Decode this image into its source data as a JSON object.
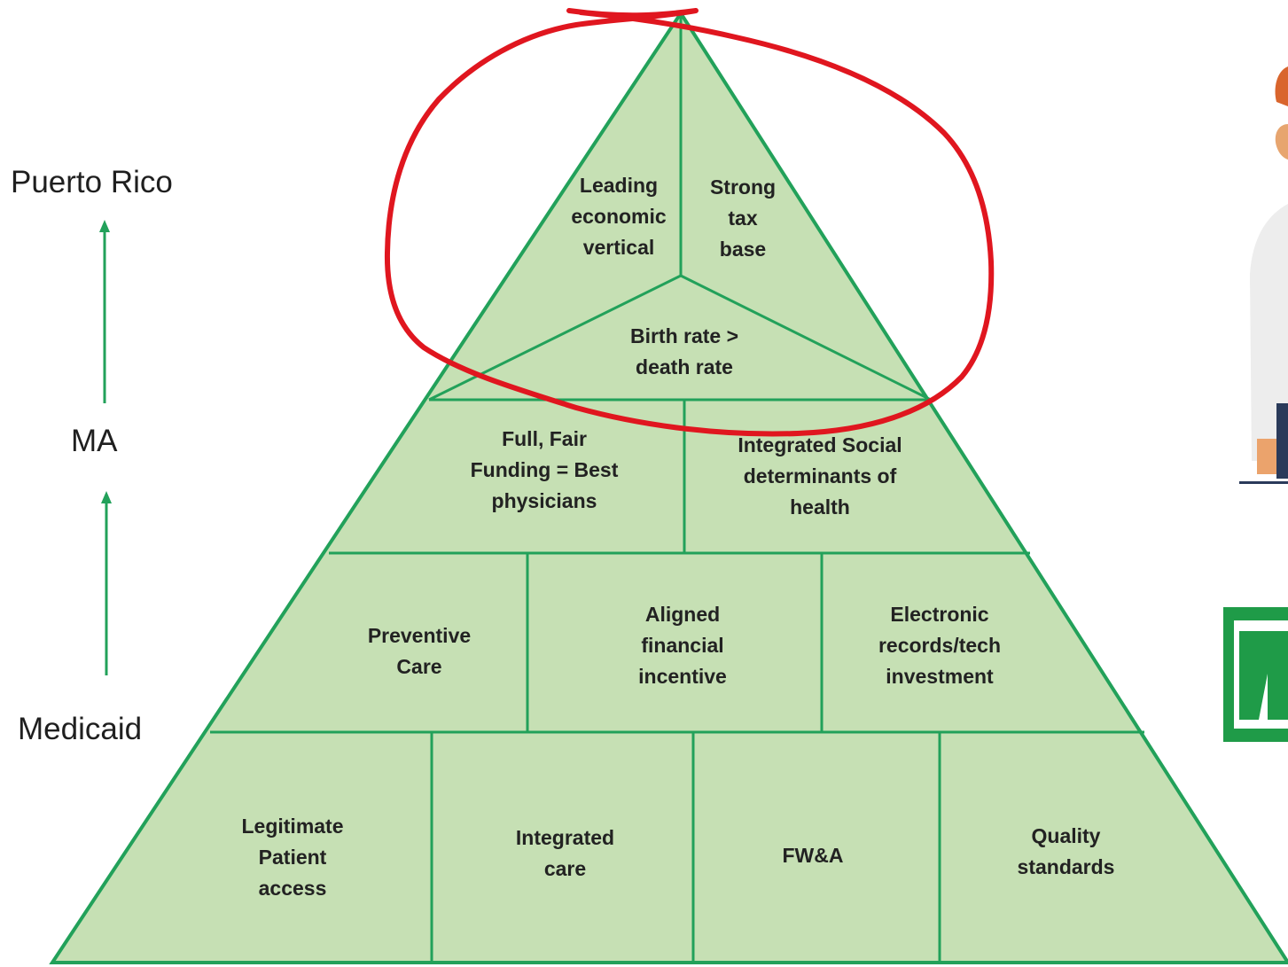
{
  "levels": {
    "top": "Puerto Rico",
    "middle": "MA",
    "bottom": "Medicaid"
  },
  "pyramid": {
    "top": {
      "left": [
        "Leading",
        "economic",
        "vertical"
      ],
      "right": [
        "Strong",
        "tax",
        "base"
      ],
      "bottom": [
        "Birth rate >",
        "death rate"
      ]
    },
    "tier2": [
      [
        "Full, Fair",
        "Funding  = Best",
        "physicians"
      ],
      [
        "Integrated Social",
        "determinants of",
        "health"
      ]
    ],
    "tier3": [
      [
        "Preventive",
        "Care"
      ],
      [
        "Aligned",
        "financial",
        "incentive"
      ],
      [
        "Electronic",
        "records/tech",
        "investment"
      ]
    ],
    "tier4": [
      [
        "Legitimate",
        "Patient",
        "access"
      ],
      [
        "Integrated",
        "care"
      ],
      [
        "FW&A"
      ],
      [
        "Quality",
        "standards"
      ]
    ]
  },
  "colors": {
    "pyramid_fill": "#c6e0b4",
    "pyramid_line": "#22a15a",
    "arrow": "#22a15a",
    "highlight_circle": "#e0161f",
    "logo_green": "#1f9b48"
  }
}
